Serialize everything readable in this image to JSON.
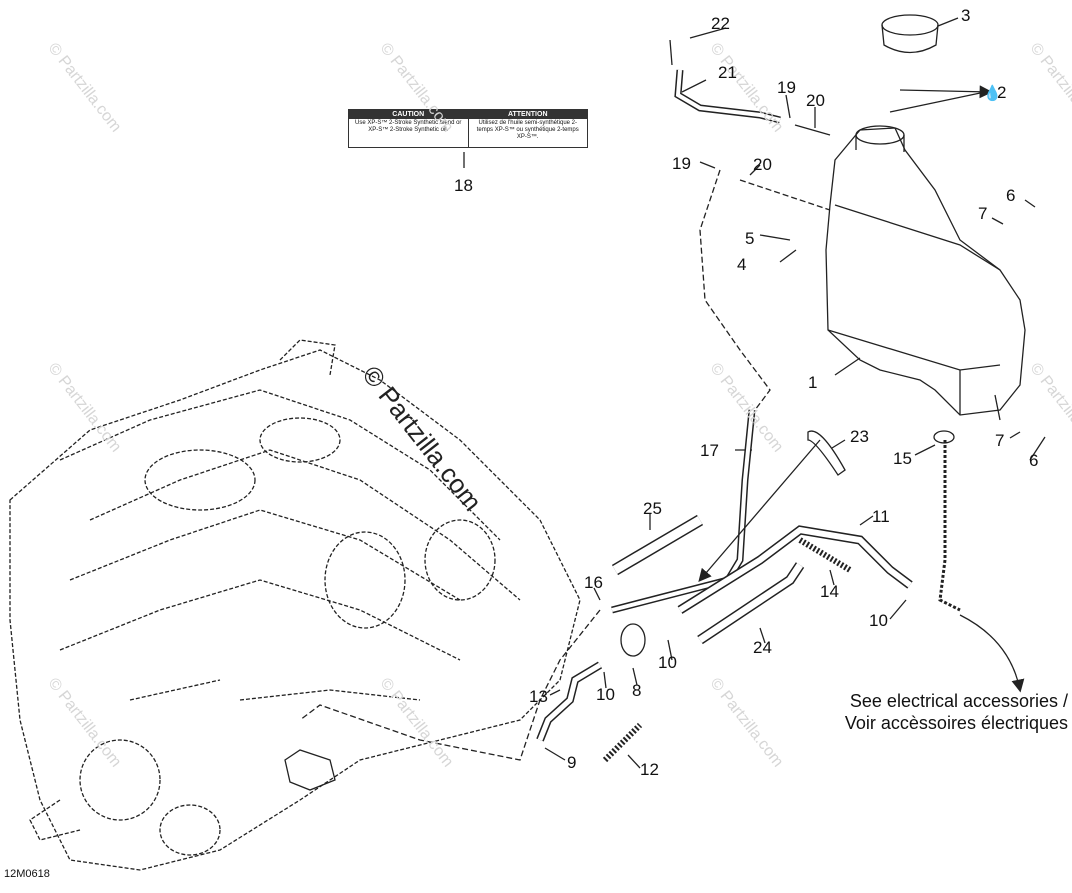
{
  "watermark": "© Partzilla.com",
  "diagram_code": "12M0618",
  "caution_label": {
    "left_header": "CAUTION",
    "left_body": "Use XP-S™ 2-Stroke Synthetic blend or XP-S™ 2-Stroke Synthetic oil.",
    "right_header": "ATTENTION",
    "right_body": "Utilisez de l'huile semi-synthétique 2-temps XP-S™ ou synthétique 2-temps XP-S™."
  },
  "note": {
    "line1": "See electrical accessories /",
    "line2": "Voir accèssoires électriques"
  },
  "callouts": [
    {
      "id": "c1",
      "text": "1"
    },
    {
      "id": "c2",
      "text": "2"
    },
    {
      "id": "c3",
      "text": "3"
    },
    {
      "id": "c4",
      "text": "4"
    },
    {
      "id": "c5",
      "text": "5"
    },
    {
      "id": "c6a",
      "text": "6"
    },
    {
      "id": "c6b",
      "text": "6"
    },
    {
      "id": "c7a",
      "text": "7"
    },
    {
      "id": "c7b",
      "text": "7"
    },
    {
      "id": "c8",
      "text": "8"
    },
    {
      "id": "c9",
      "text": "9"
    },
    {
      "id": "c10a",
      "text": "10"
    },
    {
      "id": "c10b",
      "text": "10"
    },
    {
      "id": "c10c",
      "text": "10"
    },
    {
      "id": "c11",
      "text": "11"
    },
    {
      "id": "c12",
      "text": "12"
    },
    {
      "id": "c13",
      "text": "13"
    },
    {
      "id": "c14",
      "text": "14"
    },
    {
      "id": "c15",
      "text": "15"
    },
    {
      "id": "c16",
      "text": "16"
    },
    {
      "id": "c17",
      "text": "17"
    },
    {
      "id": "c18",
      "text": "18"
    },
    {
      "id": "c19a",
      "text": "19"
    },
    {
      "id": "c19b",
      "text": "19"
    },
    {
      "id": "c20a",
      "text": "20"
    },
    {
      "id": "c20b",
      "text": "20"
    },
    {
      "id": "c21",
      "text": "21"
    },
    {
      "id": "c22",
      "text": "22"
    },
    {
      "id": "c23",
      "text": "23"
    },
    {
      "id": "c24",
      "text": "24"
    },
    {
      "id": "c25",
      "text": "25"
    }
  ]
}
